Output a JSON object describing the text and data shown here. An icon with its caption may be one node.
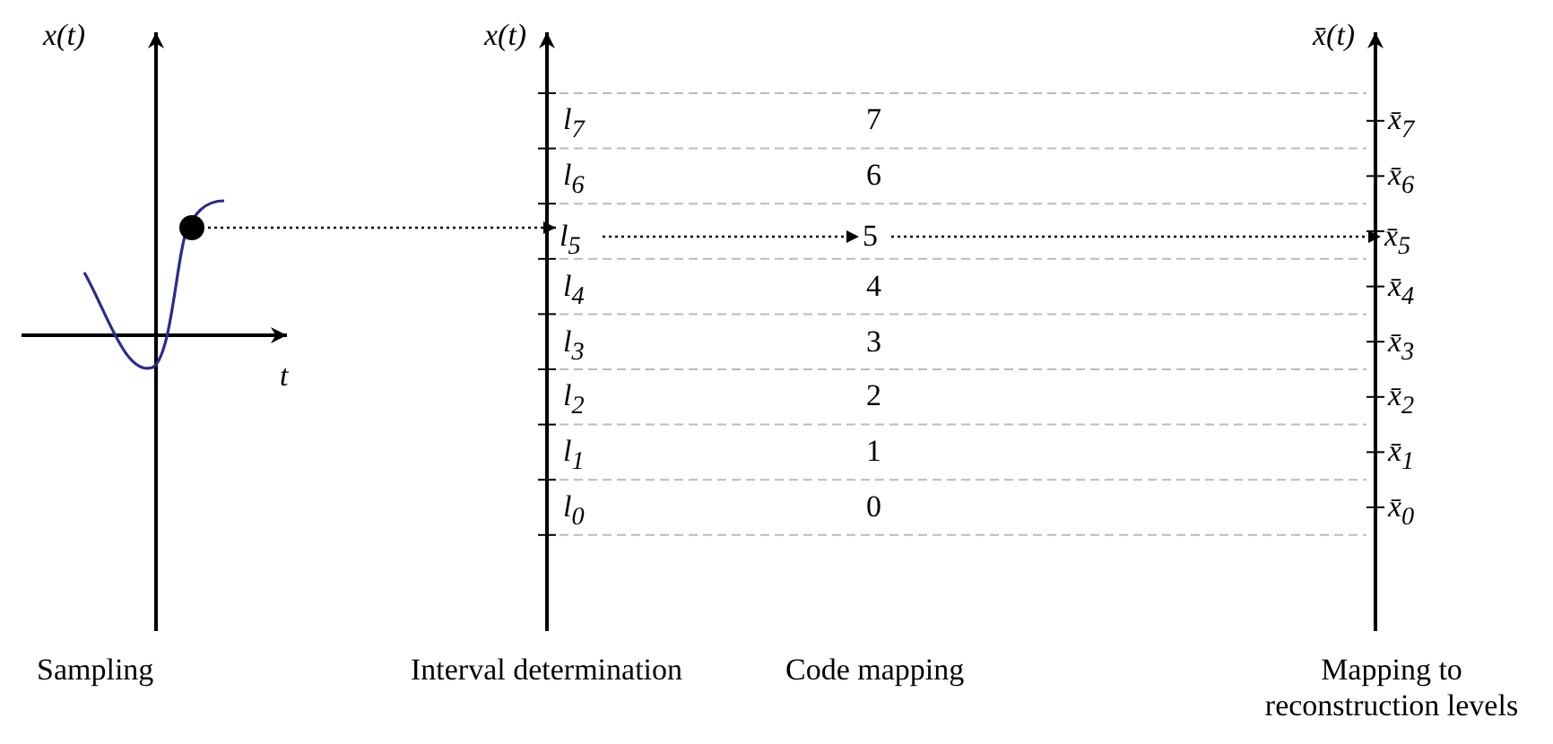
{
  "diagram": {
    "nodes": [
      {
        "text": [],
        "shape": "circle"
      },
      {
        "text": [
          "l$_{5}$"
        ]
      },
      {
        "text": [
          "5"
        ]
      },
      {
        "text": [
          "x̄$_{5}$"
        ]
      }
    ],
    "edges": [
      {
        "from": 0,
        "to": 1,
        "arrow": "to"
      },
      {
        "from": 1,
        "to": 2,
        "arrow": "to"
      },
      {
        "from": 2,
        "to": 3,
        "arrow": "to"
      }
    ],
    "labels": [
      "x(t)",
      "x(t)",
      "x̄(t)",
      "l$_{7}$",
      "7",
      "x̄$_{7}$",
      "l$_{6}$",
      "6",
      "x̄$_{6}$",
      "l$_{4}$",
      "4",
      "x̄$_{4}$",
      "t",
      "l$_{3}$",
      "3",
      "x̄$_{3}$",
      "l$_{2}$",
      "2",
      "x̄$_{2}$",
      "l$_{1}$",
      "1",
      "x̄$_{1}$",
      "l$_{0}$",
      "0",
      "x̄$_{0}$",
      "Sampling",
      "Interval determination",
      "Code mapping",
      "Mapping to reconstruction levels"
    ]
  }
}
